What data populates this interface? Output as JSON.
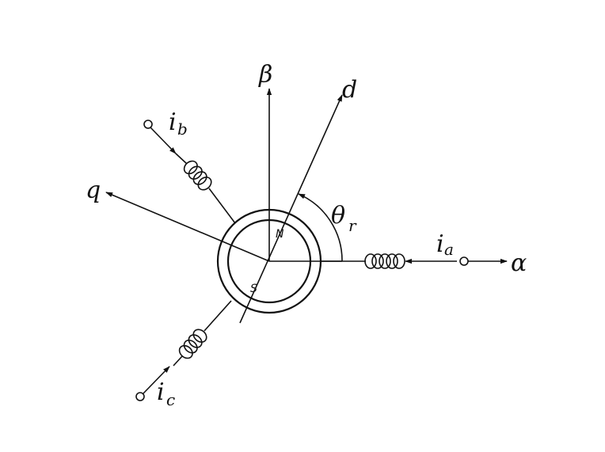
{
  "labels": {
    "alpha": "α",
    "beta": "β",
    "d": "d",
    "q": "q",
    "theta": "θ",
    "theta_sub": "r",
    "i_a_main": "i",
    "i_a_sub": "a",
    "i_b_main": "i",
    "i_b_sub": "b",
    "i_c_main": "i",
    "i_c_sub": "c",
    "north": "N",
    "south": "S"
  },
  "colors": {
    "ink": "#111111",
    "background": "#ffffff"
  }
}
